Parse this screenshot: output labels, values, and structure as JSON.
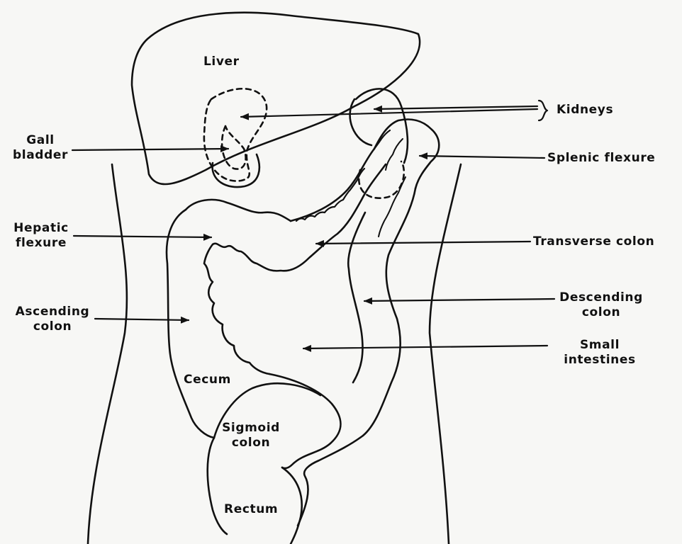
{
  "labels": {
    "liver": "Liver",
    "kidneys": "Kidneys",
    "gall_bladder_1": "Gall",
    "gall_bladder_2": "bladder",
    "splenic_flexure": "Splenic flexure",
    "hepatic_flexure_1": "Hepatic",
    "hepatic_flexure_2": "flexure",
    "transverse_colon": "Transverse colon",
    "ascending_colon_1": "Ascending",
    "ascending_colon_2": "colon",
    "descending_colon_1": "Descending",
    "descending_colon_2": "colon",
    "small_intestines_1": "Small",
    "small_intestines_2": "intestines",
    "cecum": "Cecum",
    "sigmoid_colon_1": "Sigmoid",
    "sigmoid_colon_2": "colon",
    "rectum": "Rectum"
  },
  "colors": {
    "ink": "#111111",
    "paper": "#f7f7f5"
  }
}
